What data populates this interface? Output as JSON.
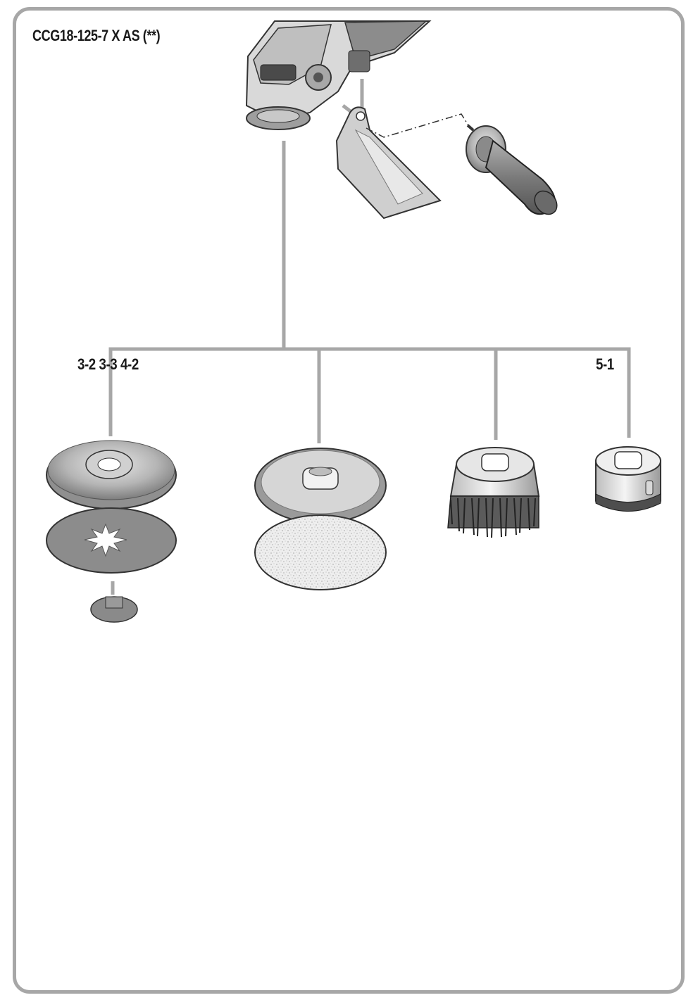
{
  "diagram": {
    "model_title": "CCG18-125-7 X AS (**)",
    "branch_labels": {
      "left": "3-2 3-3 4-2",
      "right": "5-1"
    }
  },
  "colors": {
    "frame": "#a7a7a7",
    "connector": "#a7a7a7",
    "text": "#1a1a1a",
    "part_gray": "#9a9a9a",
    "part_dark": "#555555"
  },
  "icons": {
    "tool": "angle-grinder-icon",
    "guard": "guard-plate-icon",
    "handle": "auxiliary-handle-icon",
    "disc_set": "flange-disc-icon",
    "sanding_pad": "sanding-pad-icon",
    "cup_brush": "cup-brush-icon",
    "adapter": "adapter-nut-icon"
  }
}
